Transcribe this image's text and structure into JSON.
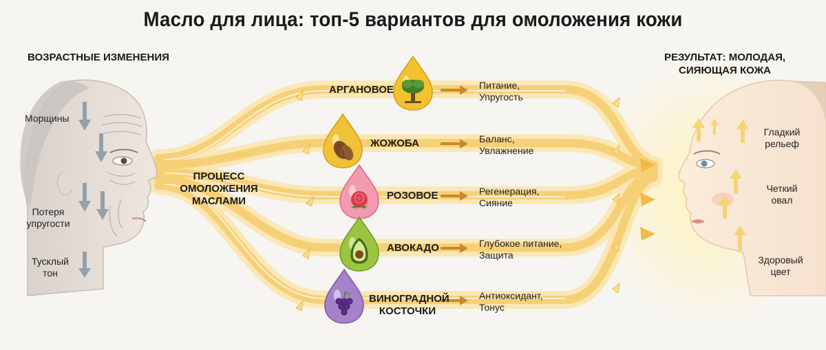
{
  "title": "Масло для лица: топ-5 вариантов для омоложения кожи",
  "left_panel": {
    "header": "ВОЗРАСТНЫЕ ИЗМЕНЕНИЯ",
    "labels": {
      "wrinkles": "Морщины",
      "elasticity_line1": "Потеря",
      "elasticity_line2": "упругости",
      "tone_line1": "Тусклый",
      "tone_line2": "тон"
    }
  },
  "process": {
    "line1": "ПРОЦЕСС",
    "line2": "ОМОЛОЖЕНИЯ",
    "line3": "МАСЛАМИ"
  },
  "oils": [
    {
      "name_line1": "АРГАНОВОЕ",
      "name_line2": "",
      "benefit_line1": "Питание,",
      "benefit_line2": "Упругость",
      "icon": "argan-tree-icon",
      "color": "#f2c230"
    },
    {
      "name_line1": "ЖОЖОБА",
      "name_line2": "",
      "benefit_line1": "Баланс,",
      "benefit_line2": "Увлажнение",
      "icon": "jojoba-seed-icon",
      "color": "#f0c23a"
    },
    {
      "name_line1": "РОЗОВОЕ",
      "name_line2": "",
      "benefit_line1": "Регенерация,",
      "benefit_line2": "Сияние",
      "icon": "rose-icon",
      "color": "#f19ab0"
    },
    {
      "name_line1": "АВОКАДО",
      "name_line2": "",
      "benefit_line1": "Глубокое питание,",
      "benefit_line2": "Защита",
      "icon": "avocado-icon",
      "color": "#9dc441"
    },
    {
      "name_line1": "ВИНОГРАДНОЙ",
      "name_line2": "КОСТОЧКИ",
      "benefit_line1": "Антиоксидант,",
      "benefit_line2": "Тонус",
      "icon": "grapes-icon",
      "color": "#a682c9"
    }
  ],
  "right_panel": {
    "header_line1": "РЕЗУЛЬТАТ: МОЛОДАЯ,",
    "header_line2": "СИЯЮЩАЯ КОЖА",
    "labels": {
      "relief_line1": "Гладкий",
      "relief_line2": "рельеф",
      "oval_line1": "Четкий",
      "oval_line2": "овал",
      "color_line1": "Здоровый",
      "color_line2": "цвет"
    }
  },
  "colors": {
    "stream": "#f6cf73",
    "stream_glow": "#fbe6b0",
    "arrow": "#c9892c",
    "down_arrow": "#8c9aa6",
    "up_arrow": "#f6d36f"
  }
}
